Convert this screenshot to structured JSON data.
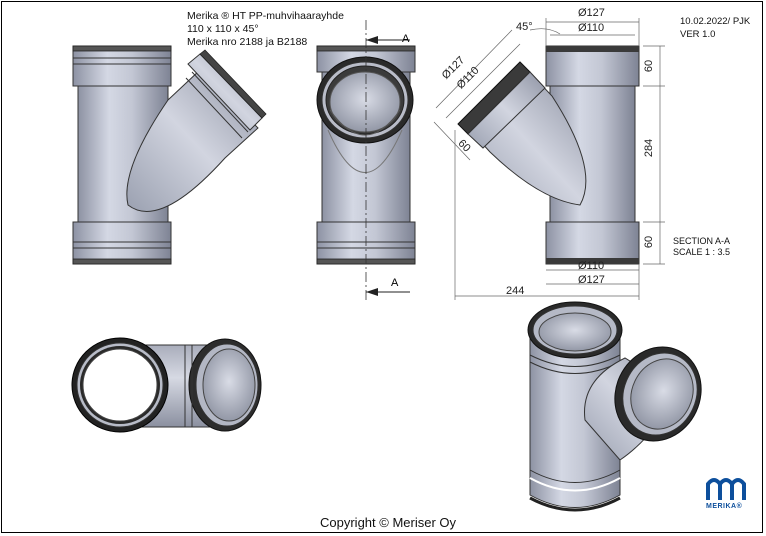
{
  "title": {
    "line1": "Merika ® HT PP-muhvihaarayhde",
    "line2": "110 x 110 x 45°",
    "line3": "Merika nro  2188 ja B2188"
  },
  "revision": {
    "date": "10.02.2022/ PJK",
    "version": "VER 1.0"
  },
  "section": {
    "label": "SECTION A-A",
    "scale": "SCALE 1 : 3.5",
    "marker": "A"
  },
  "dimensions": {
    "d127_top": "Ø127",
    "d110_top": "Ø110",
    "angle": "45°",
    "d127_branch": "Ø127",
    "d110_branch": "Ø110",
    "len60_branch": "60",
    "len60_top": "60",
    "len284": "284",
    "len60_bottom": "60",
    "d110_bottom": "Ø110",
    "d127_bottom": "Ø127",
    "width244": "244"
  },
  "footer": {
    "copyright": "Copyright © Meriser Oy"
  },
  "logo": {
    "text": "MERIKA®",
    "color": "#0d4f9c"
  }
}
